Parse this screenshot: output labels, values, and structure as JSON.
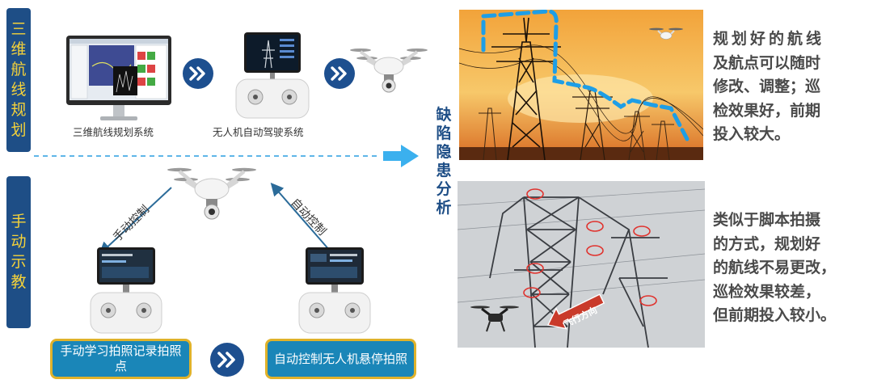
{
  "left": {
    "tab_top_chars": [
      "三",
      "维",
      "航",
      "线",
      "规",
      "划"
    ],
    "tab_bottom_chars": [
      "手",
      "动",
      "示",
      "教"
    ],
    "caption_planning_system": "三维航线规划系统",
    "caption_autopilot_system": "无人机自动驾驶系统",
    "label_manual_control": "手动控制",
    "label_auto_control": "自动控制",
    "box_manual": "手动学习拍照记录拍照点",
    "box_auto": "自动控制无人机悬停拍照"
  },
  "middle": {
    "title_chars": [
      "缺",
      "陷",
      "隐",
      "患",
      "分",
      "析"
    ]
  },
  "right": {
    "note_top_lines": [
      "规划好的航线",
      "及航点可以随时",
      "修改、调整；巡",
      "检效果好，前期",
      "投入较大。"
    ],
    "note_bottom_lines": [
      "类似于脚本拍摄",
      "的方式，规划好",
      "的航线不易更改，",
      "巡检效果较差，",
      "但前期投入较小。"
    ],
    "photo_bottom_label": "飞行方向"
  },
  "colors": {
    "tab_bg": "#1e4e86",
    "tab_text": "#f5d23a",
    "box_bg": "#1a86b8",
    "box_border": "#e0b22a",
    "dashed_line": "#2a9ee0",
    "chevron": "#1d4f8f"
  }
}
